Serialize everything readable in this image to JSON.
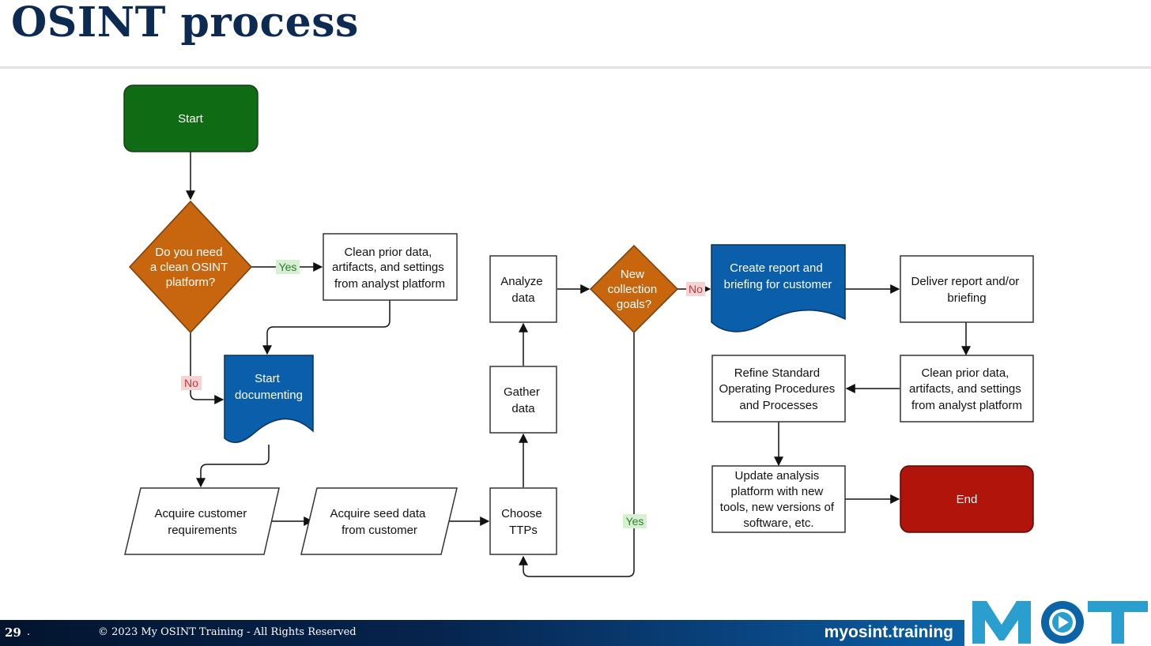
{
  "slide": {
    "title": "OSINT process",
    "page_number": "29",
    "page_separator": ".",
    "copyright": "© 2023 My OSINT Training - All Rights Reserved",
    "website": "myosint.training",
    "logo_text": "MOT"
  },
  "flowchart": {
    "nodes": {
      "start": "Start",
      "q_clean_platform": [
        "Do you need",
        "a clean OSINT",
        "platform?"
      ],
      "clean_prior_1": [
        "Clean prior data,",
        "artifacts, and settings",
        "from analyst platform"
      ],
      "start_documenting": [
        "Start",
        "documenting"
      ],
      "acquire_requirements": [
        "Acquire customer",
        "requirements"
      ],
      "acquire_seed": [
        "Acquire seed data",
        "from customer"
      ],
      "choose_ttps": [
        "Choose",
        "TTPs"
      ],
      "gather_data": [
        "Gather",
        "data"
      ],
      "analyze_data": [
        "Analyze",
        "data"
      ],
      "q_new_goals": [
        "New",
        "collection",
        "goals?"
      ],
      "create_report": [
        "Create report and",
        "briefing for customer"
      ],
      "deliver_report": [
        "Deliver report and/or",
        "briefing"
      ],
      "clean_prior_2": [
        "Clean prior data,",
        "artifacts, and settings",
        "from analyst platform"
      ],
      "refine_sop": [
        "Refine Standard",
        "Operating Procedures",
        "and Processes"
      ],
      "update_platform": [
        "Update analysis",
        "platform with new",
        "tools, new versions of",
        "software, etc."
      ],
      "end": "End"
    },
    "edge_labels": {
      "yes_clean": "Yes",
      "no_clean": "No",
      "no_goals": "No",
      "yes_goals": "Yes"
    },
    "colors": {
      "start": "#0f6b14",
      "decision": "#c8660f",
      "document": "#0b5eaa",
      "end": "#b0140a",
      "yes_bg": "#d7f0d2",
      "no_bg": "#f6d3d3"
    }
  }
}
